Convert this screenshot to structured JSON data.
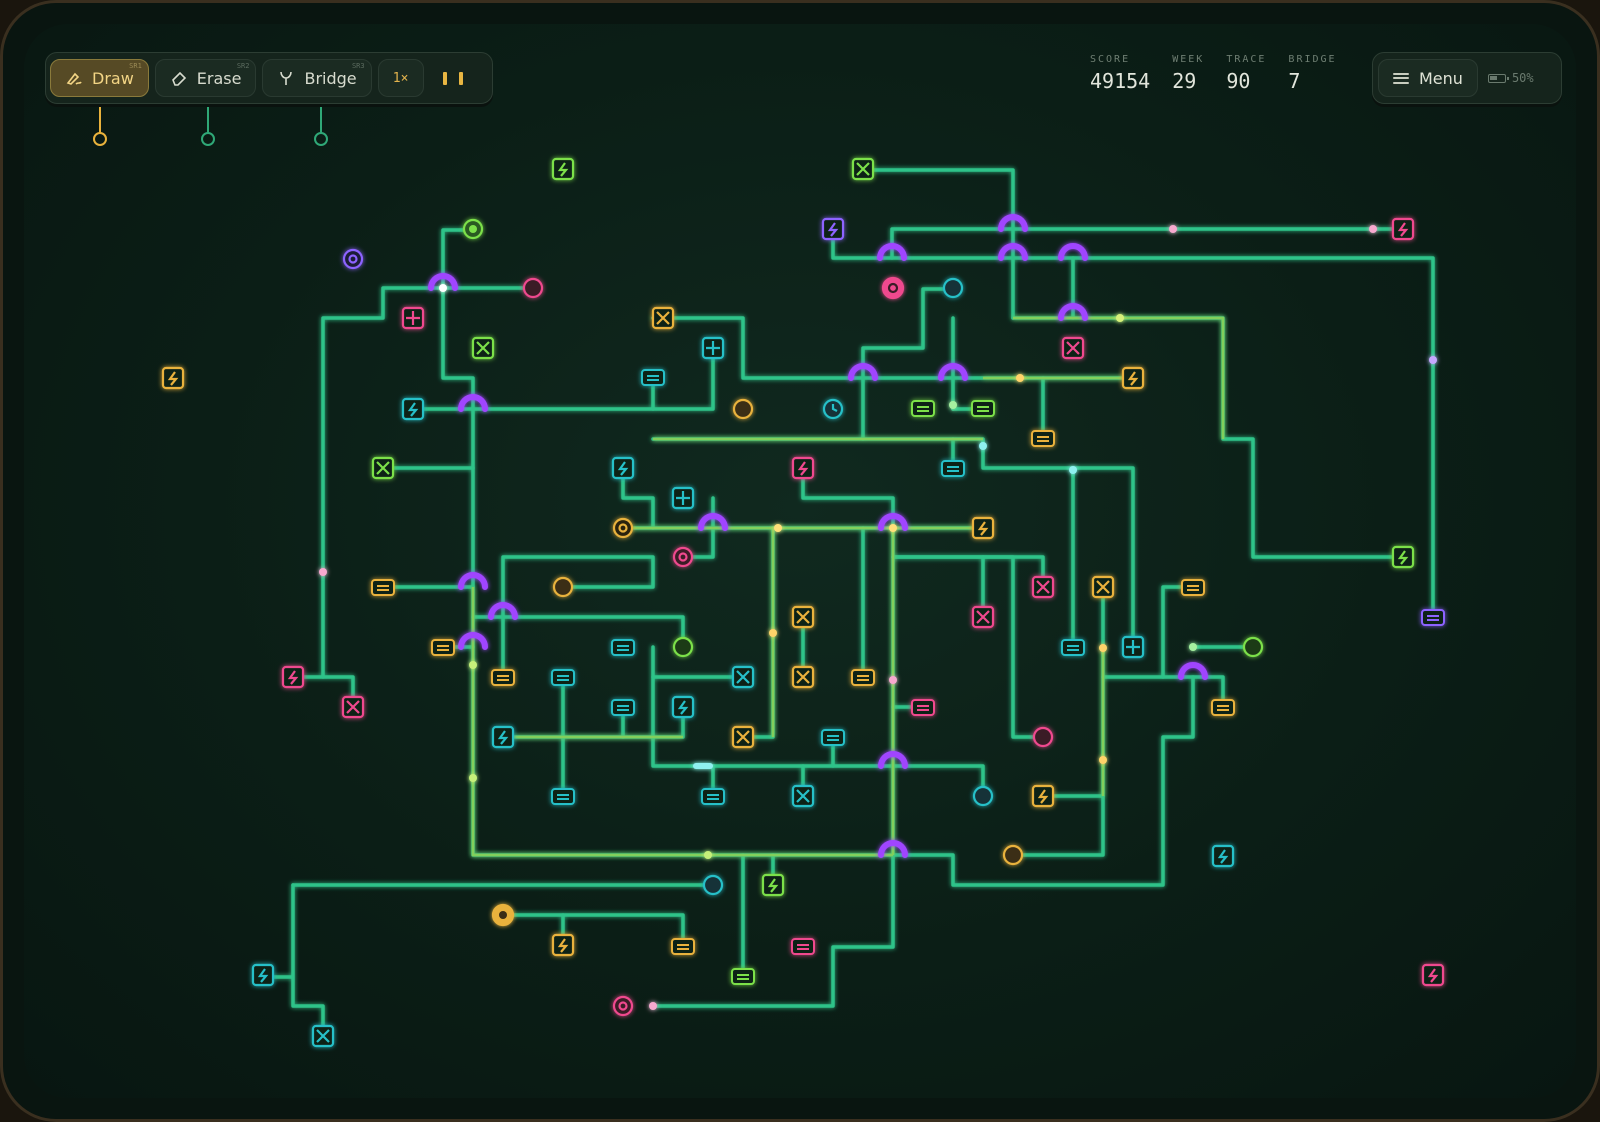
{
  "toolbar": {
    "tools": [
      {
        "label": "Draw",
        "hint": "SR1",
        "icon": "pen-icon",
        "active": true
      },
      {
        "label": "Erase",
        "hint": "SR2",
        "icon": "eraser-icon",
        "active": false
      },
      {
        "label": "Bridge",
        "hint": "SR3",
        "icon": "bridge-icon",
        "active": false
      }
    ],
    "speed_label": "1×",
    "pause_icon": "pause-icon"
  },
  "stats": [
    {
      "label": "SCORE",
      "value": "49154"
    },
    {
      "label": "WEEK",
      "value": "29"
    },
    {
      "label": "TRACE",
      "value": "90"
    },
    {
      "label": "BRIDGE",
      "value": "7"
    }
  ],
  "menu": {
    "label": "Menu",
    "battery": "50%",
    "battery_level": 0.5
  },
  "colors": {
    "background": "#0b1e16",
    "trace": "#2fc389",
    "trace_active": "#9fd34d",
    "bridge": "#a045ff",
    "yellow": "#e9b23c",
    "cyan": "#27c0c8",
    "green": "#7be04a",
    "pink": "#ef4a8e",
    "purple": "#8d63ff"
  }
}
